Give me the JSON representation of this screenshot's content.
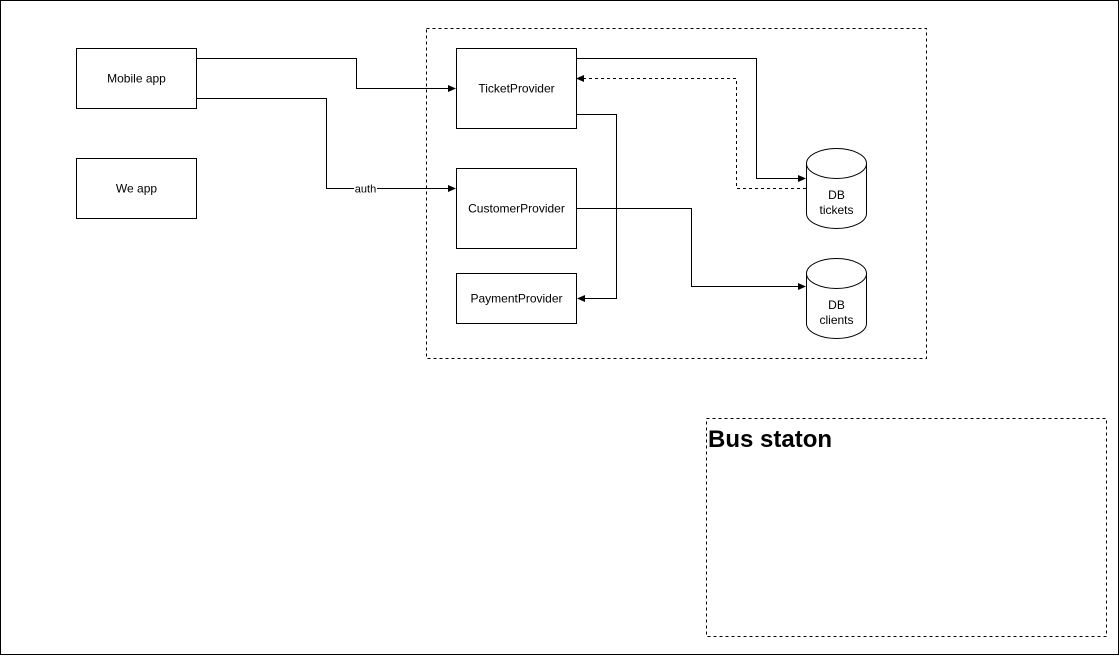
{
  "nodes": {
    "mobile_app": "Mobile app",
    "web_app": "We app",
    "ticket_provider": "TicketProvider",
    "customer_provider": "CustomerProvider",
    "payment_provider": "PaymentProvider",
    "db_tickets_line1": "DB",
    "db_tickets_line2": "tickets",
    "db_clients_line1": "DB",
    "db_clients_line2": "clients"
  },
  "edges": {
    "auth_label": "auth"
  },
  "groups": {
    "bus_station_title": "Bus staton"
  },
  "colors": {
    "stroke": "#000000",
    "background": "#ffffff"
  }
}
